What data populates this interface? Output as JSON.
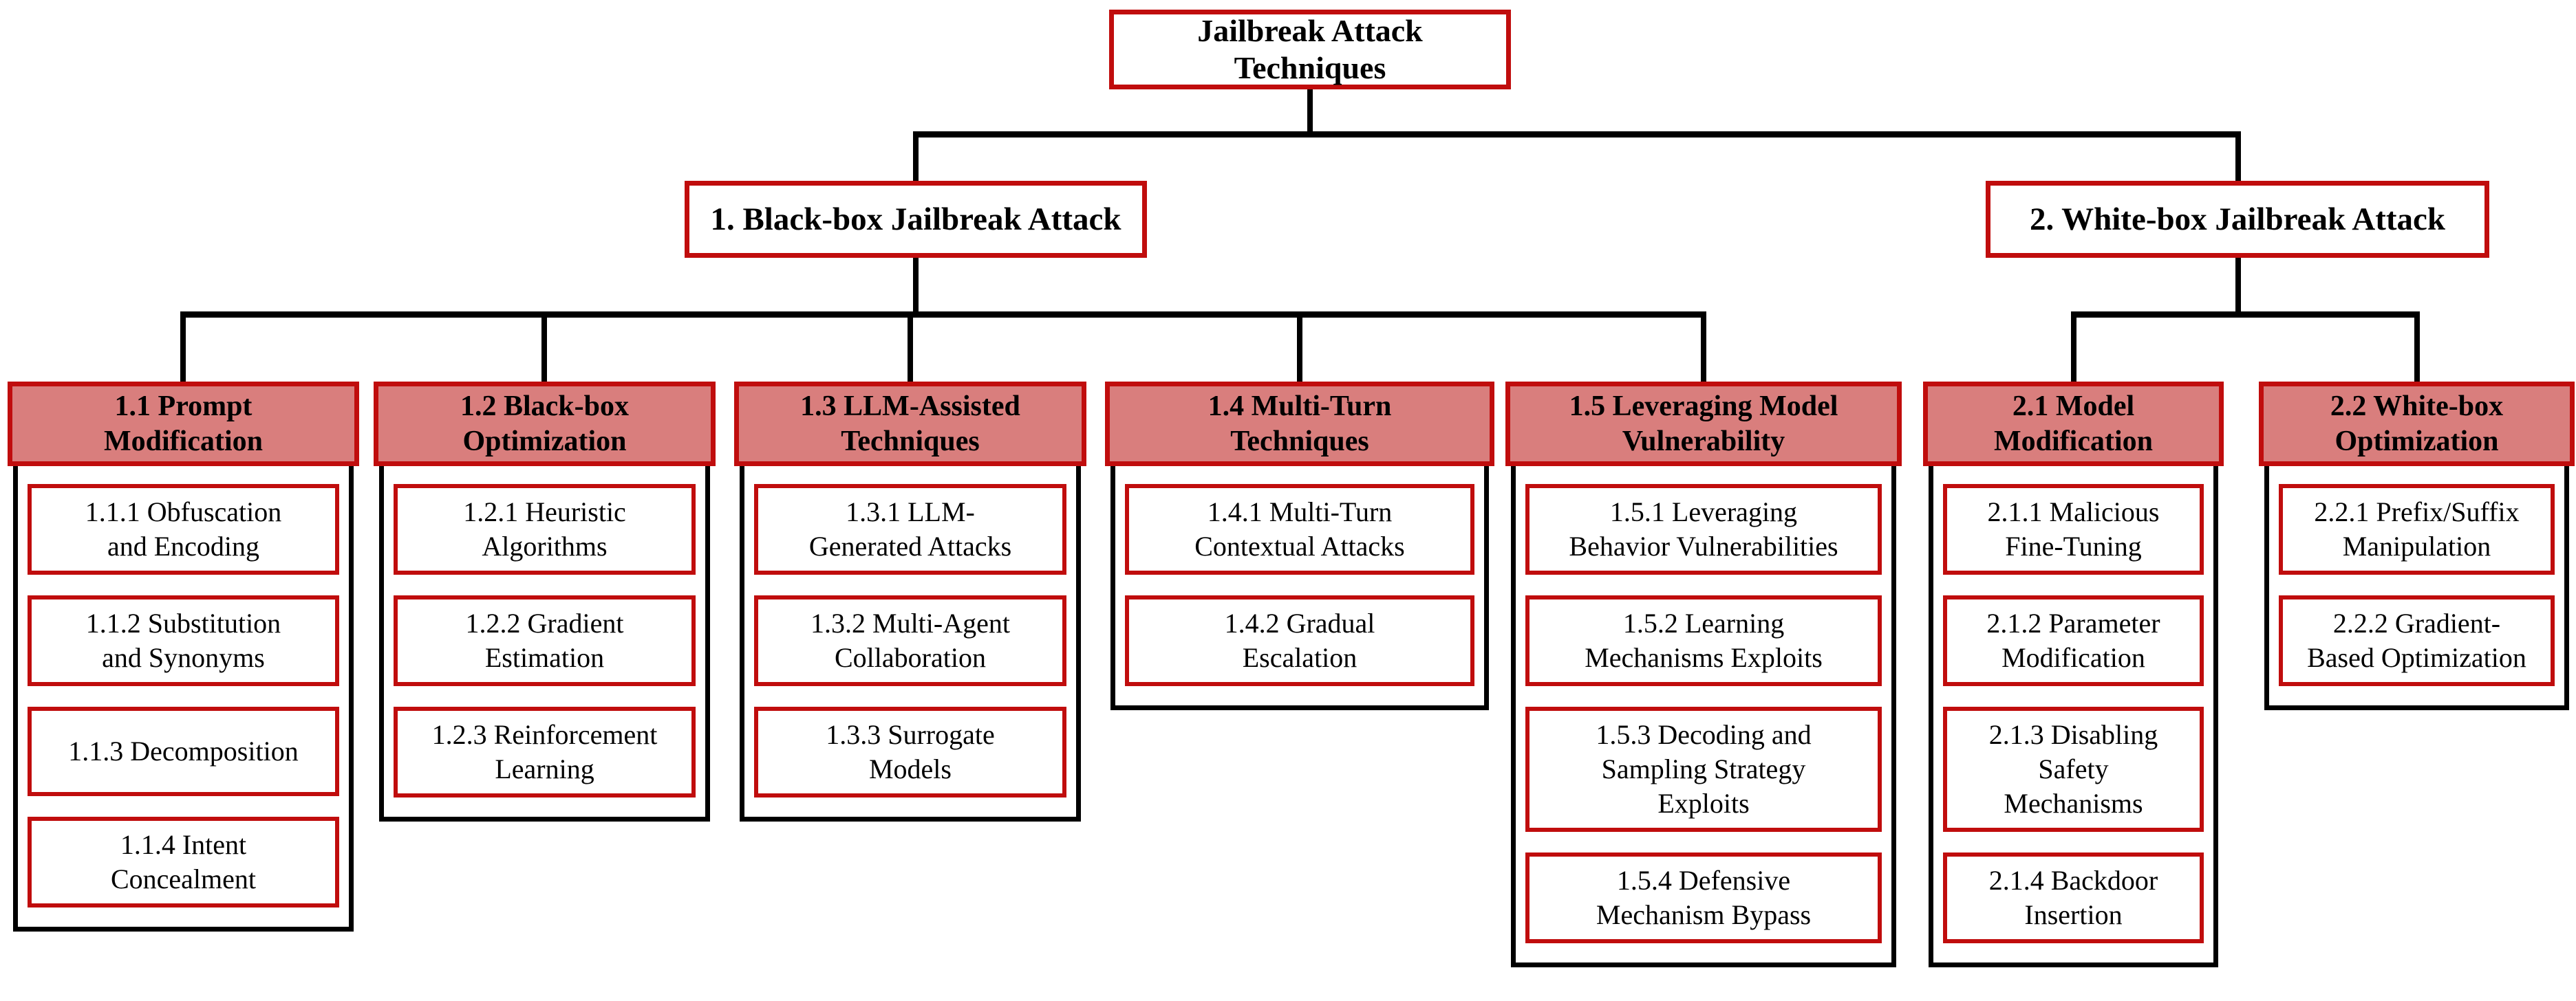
{
  "figure": {
    "root_label": "Jailbreak Attack\nTechniques",
    "branches": [
      {
        "label": "1. Black-box Jailbreak Attack"
      },
      {
        "label": "2. White-box Jailbreak Attack"
      }
    ]
  },
  "columns": [
    {
      "header": "1.1 Prompt\nModification",
      "items": [
        "1.1.1 Obfuscation\nand Encoding",
        "1.1.2 Substitution\nand Synonyms",
        "1.1.3 Decomposition",
        "1.1.4 Intent\nConcealment"
      ]
    },
    {
      "header": "1.2 Black-box\nOptimization",
      "items": [
        "1.2.1 Heuristic\nAlgorithms",
        "1.2.2 Gradient\nEstimation",
        "1.2.3 Reinforcement\nLearning"
      ]
    },
    {
      "header": "1.3 LLM-Assisted\nTechniques",
      "items": [
        "1.3.1 LLM-\nGenerated Attacks",
        "1.3.2 Multi-Agent\nCollaboration",
        "1.3.3 Surrogate\nModels"
      ]
    },
    {
      "header": "1.4 Multi-Turn\nTechniques",
      "items": [
        "1.4.1 Multi-Turn\nContextual Attacks",
        "1.4.2 Gradual\nEscalation"
      ]
    },
    {
      "header": "1.5 Leveraging Model\nVulnerability",
      "items": [
        "1.5.1 Leveraging\nBehavior Vulnerabilities",
        "1.5.2 Learning\nMechanisms Exploits",
        "1.5.3 Decoding and\nSampling Strategy\nExploits",
        "1.5.4 Defensive\nMechanism Bypass"
      ]
    },
    {
      "header": "2.1 Model\nModification",
      "items": [
        "2.1.1 Malicious\nFine-Tuning",
        "2.1.2 Parameter\nModification",
        "2.1.3 Disabling\nSafety\nMechanisms",
        "2.1.4 Backdoor\nInsertion"
      ]
    },
    {
      "header": "2.2 White-box\nOptimization",
      "items": [
        "2.2.1 Prefix/Suffix\nManipulation",
        "2.2.2 Gradient-\nBased Optimization"
      ]
    }
  ],
  "colors": {
    "category_header_fill": "#d97e7d",
    "box_border_red": "#c00d0d",
    "connector_black": "#000000"
  }
}
